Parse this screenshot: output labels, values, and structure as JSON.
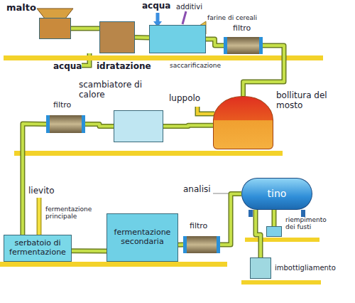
{
  "diagram": {
    "nodes": [
      {
        "text": [
          "malto"
        ]
      },
      {
        "text": [
          "idratazione"
        ]
      },
      {
        "text": [
          "saccarificazione"
        ]
      },
      {
        "text": [
          "filtro"
        ]
      },
      {
        "text": [
          "bollitura del mosto"
        ]
      },
      {
        "text": [
          "scambiatore di calore"
        ]
      },
      {
        "text": [
          "filtro"
        ]
      },
      {
        "text": [
          "fermentazione principale",
          "serbatoio di fermentazione"
        ]
      },
      {
        "text": [
          "fermentazione secondaria"
        ]
      },
      {
        "text": [
          "filtro"
        ]
      },
      {
        "text": [
          "tino"
        ]
      },
      {
        "text": [
          "riempimento dei fusti"
        ]
      },
      {
        "text": [
          "imbottigliamento"
        ]
      }
    ],
    "edges": [
      {
        "from": 0,
        "to": 1,
        "arrow": "none"
      },
      {
        "from": 1,
        "to": 2,
        "arrow": "none"
      },
      {
        "from": 2,
        "to": 3,
        "arrow": "none"
      },
      {
        "from": 3,
        "to": 4,
        "arrow": "none"
      },
      {
        "from": 4,
        "to": 5,
        "arrow": "none"
      },
      {
        "from": 5,
        "to": 6,
        "arrow": "none"
      },
      {
        "from": 6,
        "to": 7,
        "arrow": "none"
      },
      {
        "from": 7,
        "to": 8,
        "arrow": "none"
      },
      {
        "from": 8,
        "to": 9,
        "arrow": "none"
      },
      {
        "from": 9,
        "to": 10,
        "arrow": "none"
      },
      {
        "from": 10,
        "to": 11,
        "arrow": "none"
      },
      {
        "from": 10,
        "to": 12,
        "arrow": "none"
      }
    ],
    "labels": [
      "acqua",
      "acqua",
      "additivi",
      "farine di cereali",
      "luppolo",
      "lievito",
      "analisi"
    ]
  }
}
